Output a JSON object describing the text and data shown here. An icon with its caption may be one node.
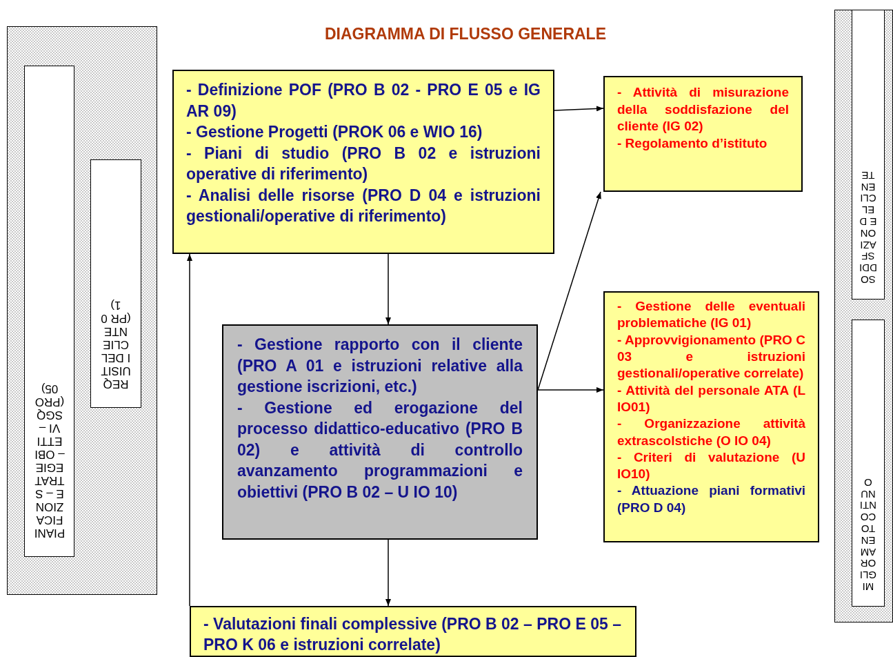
{
  "diagram": {
    "title": "DIAGRAMMA DI FLUSSO GENERALE",
    "nodes": [
      {
        "text": [],
        "shape": "box"
      },
      {
        "text": [
          "PIANIFICAZIONE – STRATEGIE – OBIETTIVI – SGQ (PRO 05)"
        ],
        "in": 0
      },
      {
        "text": [
          "REQUISITI DEL CLIENTE (PR 01)"
        ],
        "in": 0
      },
      {
        "text": [
          "- Definizione POF (PRO B 02 - PRO E 05 e IG AR 09)",
          "- Gestione Progetti (PROK 06 e WIO 16)",
          "- Piani di studio (PRO B 02 e istruzioni operative di riferimento)",
          "- Analisi delle risorse (PRO D 04 e istruzioni gestionali/operative di riferimento)"
        ]
      },
      {
        "text": [
          "- Attività di misurazione della soddisfazione del cliente (IG 02)",
          "- Regolamento d’istituto"
        ]
      },
      {
        "text": [
          "- Gestione rapporto con il cliente (PRO A 01 e istruzioni relative alla gestione iscrizioni, etc.)",
          "- Gestione ed erogazione del processo didattico-educativo (PRO B 02) e attività di controllo avanzamento programmazioni e obiettivi (PRO B 02 – U IO 10)"
        ]
      },
      {
        "text": [
          "- Gestione delle eventuali problematiche (IG 01)",
          "- Approvvigionamento (PRO C 03 e istruzioni gestionali/operative correlate)",
          "- Attività del personale ATA (L IO01)",
          "- Organizzazione attività extrascolstiche (O IO 04)",
          "- Criteri di valutazione (U IO10)",
          "- Attuazione piani formativi (PRO D 04)"
        ]
      },
      {
        "text": [
          "- Valutazioni finali complessive (PRO B 02 – PRO E 05 – PRO K 06 e istruzioni correlate)"
        ]
      },
      {
        "text": [],
        "shape": "box"
      },
      {
        "text": [
          "SODDISFAZIONE DEL CLIENTE"
        ],
        "in": 8
      },
      {
        "text": [
          "MIGLIORAMENTO CONTINUO"
        ],
        "in": 8
      }
    ],
    "edges": [
      {
        "from": 3,
        "to": 4,
        "arrow": "to"
      },
      {
        "from": 3,
        "to": 5,
        "arrow": "to"
      },
      {
        "from": 5,
        "to": 4,
        "arrow": "to"
      },
      {
        "from": 5,
        "to": 6,
        "arrow": "to"
      },
      {
        "from": 5,
        "to": 7,
        "arrow": "to"
      },
      {
        "from": 7,
        "to": 3,
        "arrow": "to"
      }
    ]
  }
}
